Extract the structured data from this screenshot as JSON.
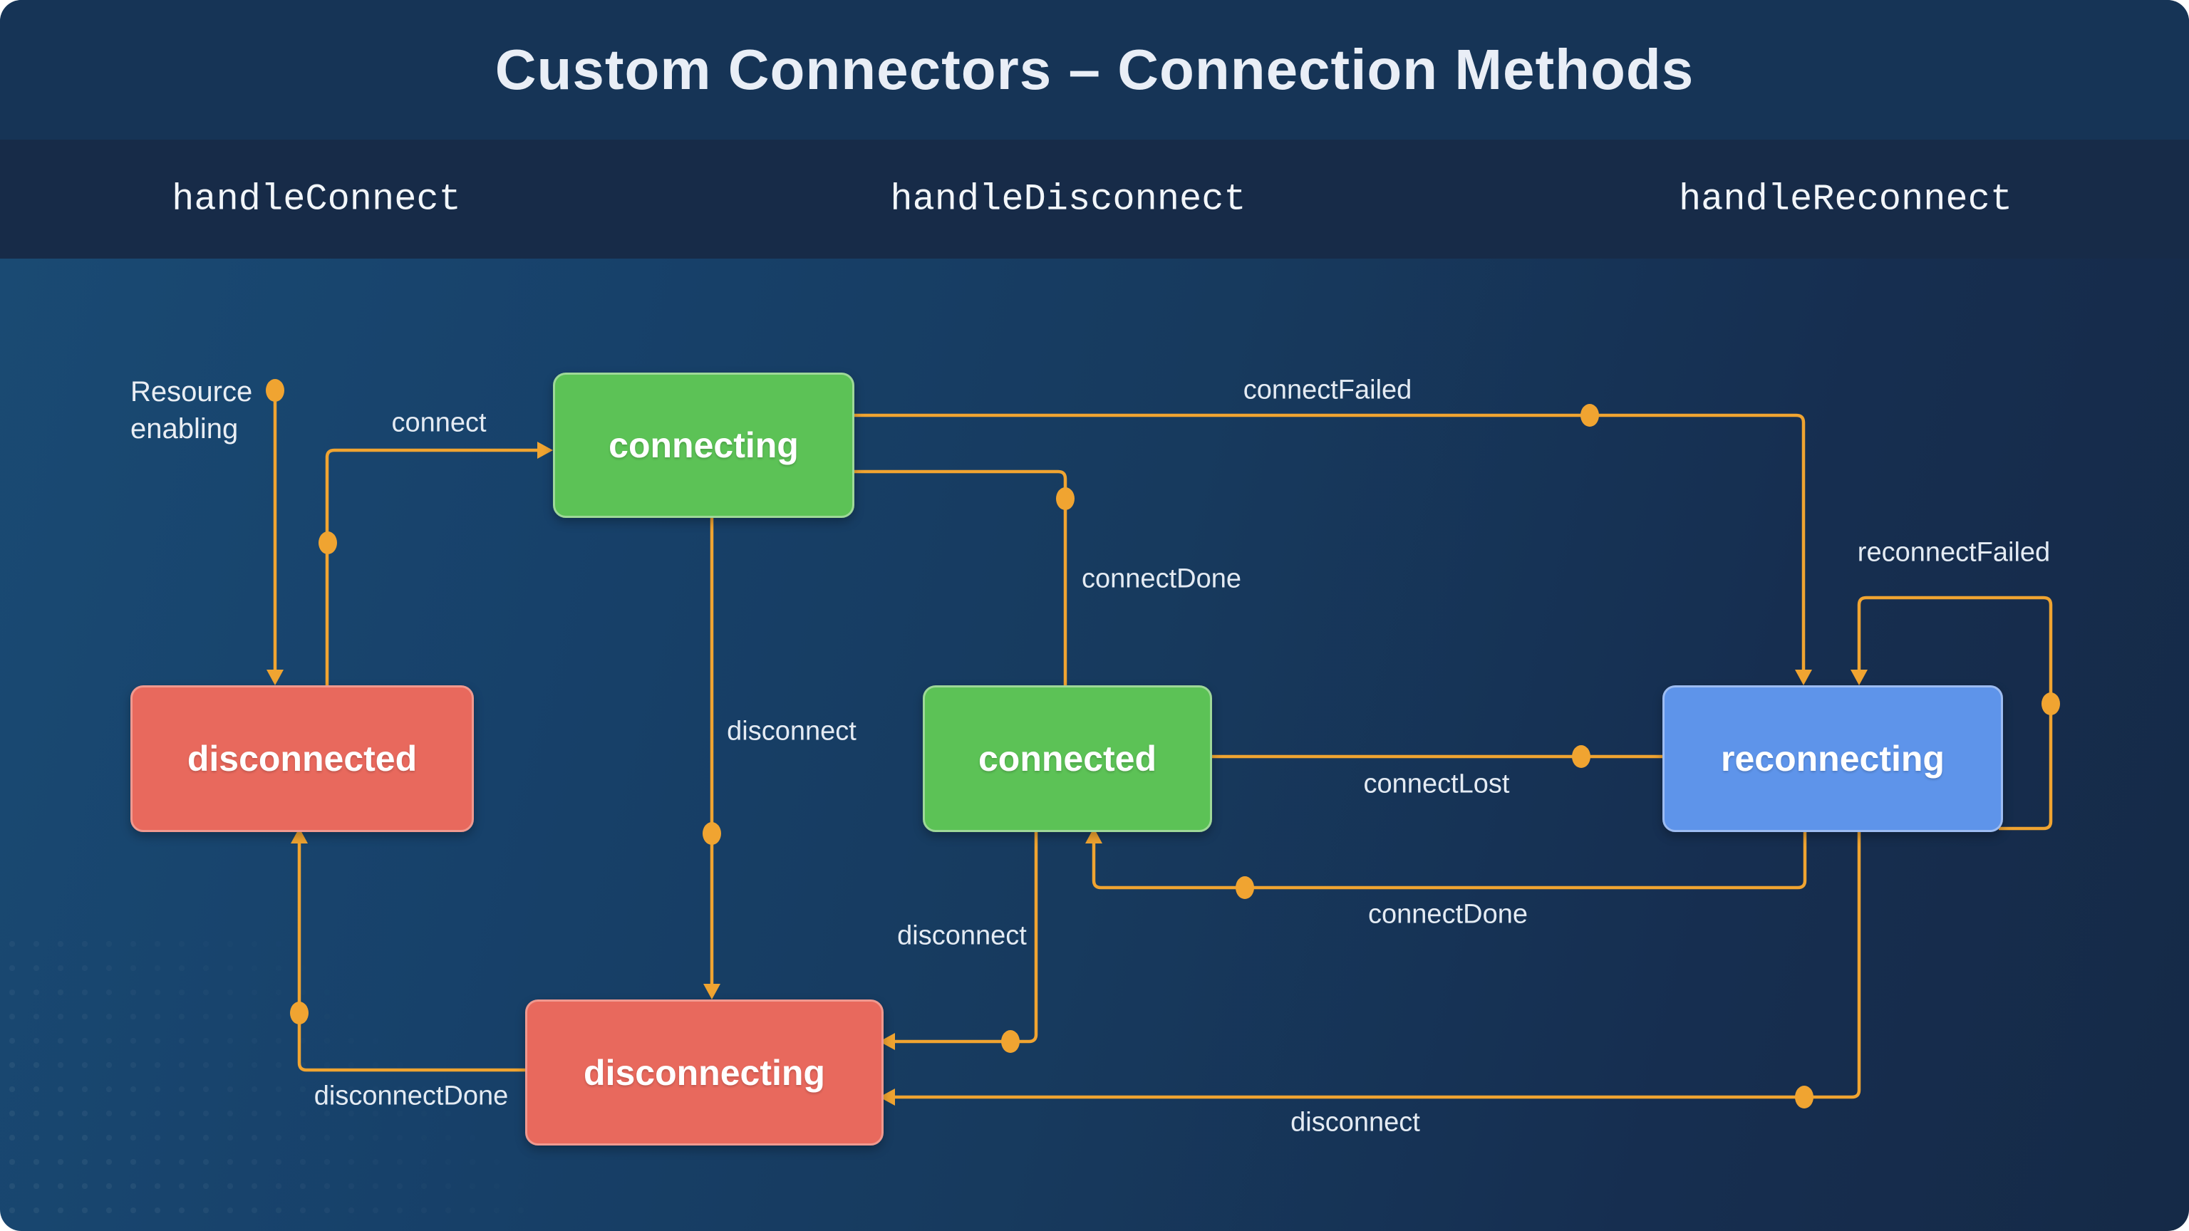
{
  "title": "Custom Connectors – Connection Methods",
  "methods": [
    {
      "label": "handleConnect"
    },
    {
      "label": "handleDisconnect"
    },
    {
      "label": "handleReconnect"
    }
  ],
  "nodes": [
    {
      "id": "connecting",
      "label": "connecting",
      "color": "#5CC256"
    },
    {
      "id": "disconnected",
      "label": "disconnected",
      "color": "#E8695D"
    },
    {
      "id": "connected",
      "label": "connected",
      "color": "#5CC256"
    },
    {
      "id": "reconnecting",
      "label": "reconnecting",
      "color": "#5E94EA"
    },
    {
      "id": "disconnecting",
      "label": "disconnecting",
      "color": "#E8695D"
    }
  ],
  "edges": {
    "resource_enabling_line1": "Resource",
    "resource_enabling_line2": "enabling",
    "connect": "connect",
    "connect_failed": "connectFailed",
    "connect_done_upper": "connectDone",
    "disconnect_middle": "disconnect",
    "connect_lost": "connectLost",
    "connect_done_lower": "connectDone",
    "reconnect_failed": "reconnectFailed",
    "disconnect_from_connected": "disconnect",
    "disconnect_bottom": "disconnect",
    "disconnect_done": "disconnectDone"
  },
  "colors": {
    "wire": "#F0A431",
    "title_bar": "#163456",
    "method_bar": "#172B48",
    "canvas_light": "#1A4B74",
    "canvas_dark": "#152A47",
    "state_green": "#5CC256",
    "state_red": "#E8695D",
    "state_blue": "#5E94EA",
    "text": "#E4EBF3"
  }
}
